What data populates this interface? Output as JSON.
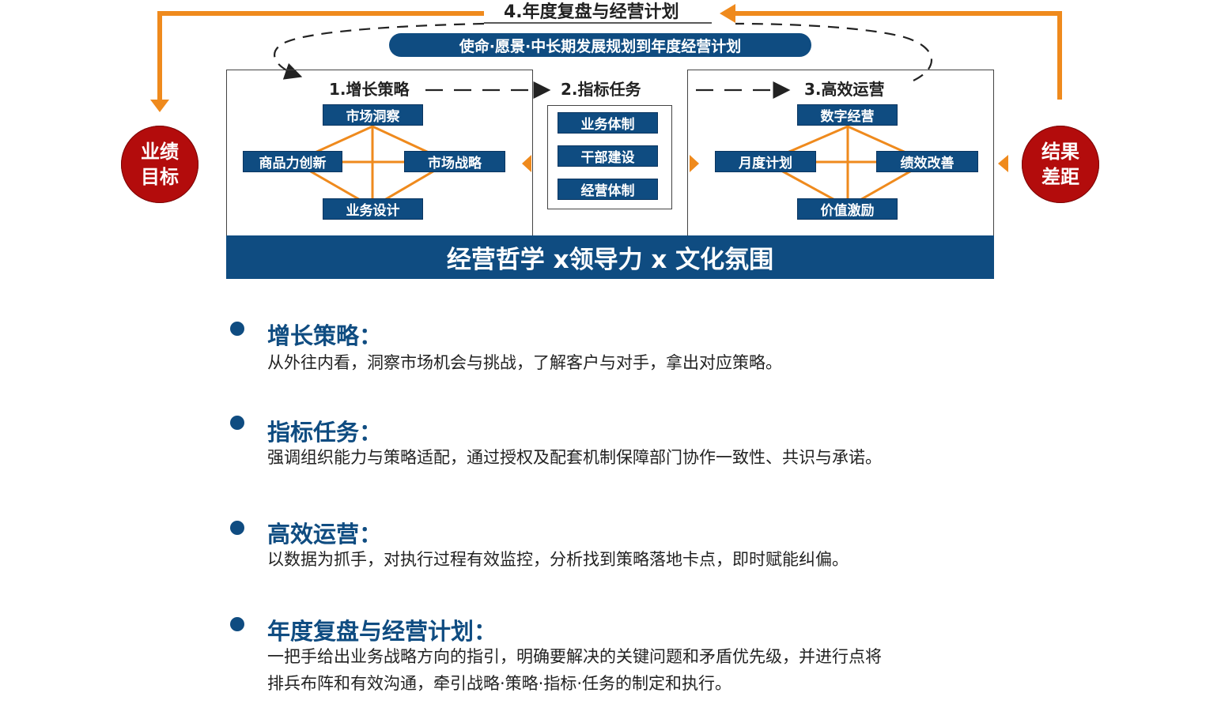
{
  "top_loop_label": "4.年度复盘与经营计划",
  "mission_pill": "使命·愿景·中长期发展规划到年度经营计划",
  "left_circle": {
    "line1": "业绩",
    "line2": "目标"
  },
  "right_circle": {
    "line1": "结果",
    "line2": "差距"
  },
  "stages": {
    "growth": {
      "title": "1.增长策略",
      "top": "市场洞察",
      "left": "商品力创新",
      "right": "市场战略",
      "bottom": "业务设计"
    },
    "targets": {
      "title": "2.指标任务",
      "items": [
        "业务体制",
        "干部建设",
        "经营体制"
      ]
    },
    "operations": {
      "title": "3.高效运营",
      "top": "数字经营",
      "left": "月度计划",
      "right": "绩效改善",
      "bottom": "价值激励"
    }
  },
  "foundation": "经营哲学 x领导力 x 文化氛围",
  "bullets": [
    {
      "title": "增长策略：",
      "desc": [
        "从外往内看，洞察市场机会与挑战，了解客户与对手，拿出对应策略。"
      ]
    },
    {
      "title": "指标任务：",
      "desc": [
        "强调组织能力与策略适配，通过授权及配套机制保障部门协作一致性、共识与承诺。"
      ]
    },
    {
      "title": "高效运营：",
      "desc": [
        "以数据为抓手，对执行过程有效监控，分析找到策略落地卡点，即时赋能纠偏。"
      ]
    },
    {
      "title": "年度复盘与经营计划：",
      "desc": [
        "一把手给出业务战略方向的指引，明确要解决的关键问题和矛盾优先级，并进行点将",
        "排兵布阵和有效沟通，牵引战略·策略·指标·任务的制定和执行。"
      ]
    }
  ],
  "colors": {
    "navy": "#0f4c81",
    "orange": "#ef8a1d",
    "red": "#b30c0c",
    "line": "#222222"
  }
}
